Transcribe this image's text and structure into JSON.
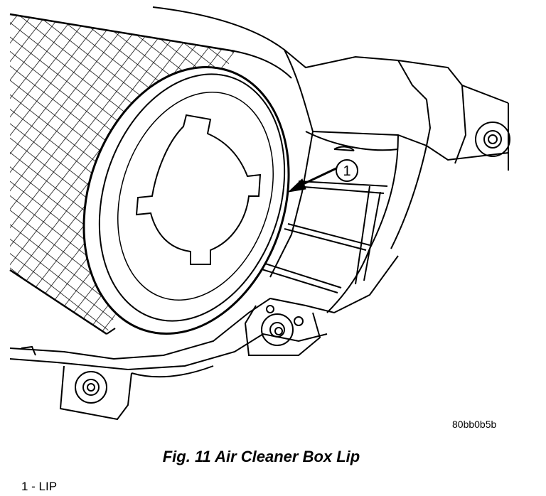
{
  "figure": {
    "callout_number": "1",
    "image_code": "80bb0b5b",
    "caption": "Fig. 11 Air Cleaner Box Lip"
  },
  "legend": {
    "items": [
      {
        "text": "1 - LIP"
      }
    ]
  }
}
